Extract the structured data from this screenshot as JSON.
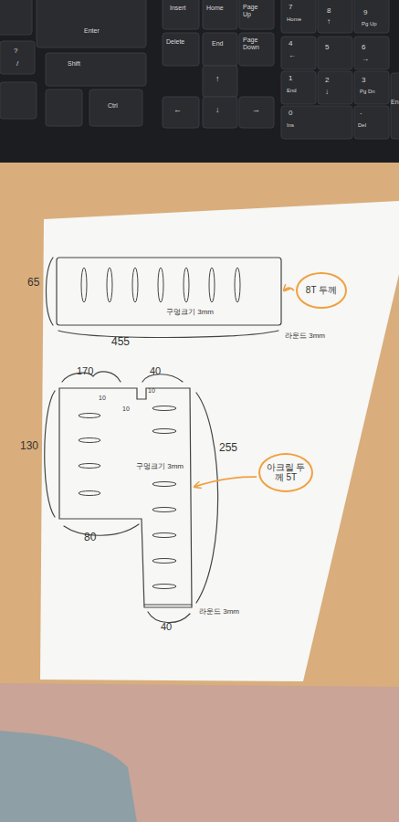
{
  "diagram": {
    "nodes": [
      {
        "text": [
          "구멍크기 3mm"
        ]
      },
      {
        "text": [
          "8T 두께"
        ]
      },
      {
        "text": [
          "구멍크기 3mm"
        ]
      },
      {
        "text": [
          "아크릴 두께 5T"
        ]
      }
    ],
    "edges": [
      {
        "from": 1,
        "to": 0,
        "arrow": "to"
      },
      {
        "from": 3,
        "to": 2,
        "arrow": "to"
      }
    ],
    "labels": [
      "Enter",
      "?",
      "/",
      "Shift",
      "Ctrl",
      "Insert",
      "Home",
      "Page Up",
      "Delete",
      "End",
      "Page Down",
      "↑",
      "←",
      "↓",
      "→",
      "7",
      "Home",
      "8",
      "↑",
      "9",
      "Pg Up",
      "4",
      "←",
      "5",
      "6",
      "→",
      "1",
      "End",
      "2",
      "↓",
      "3",
      "Pg Dn",
      "0",
      "Ins",
      ".",
      "Del",
      "En",
      "65",
      "455",
      "라운드 3mm",
      "170",
      "40",
      "10",
      "10",
      "10",
      "130",
      "255",
      "80",
      "40",
      "라운드 3mm"
    ]
  }
}
